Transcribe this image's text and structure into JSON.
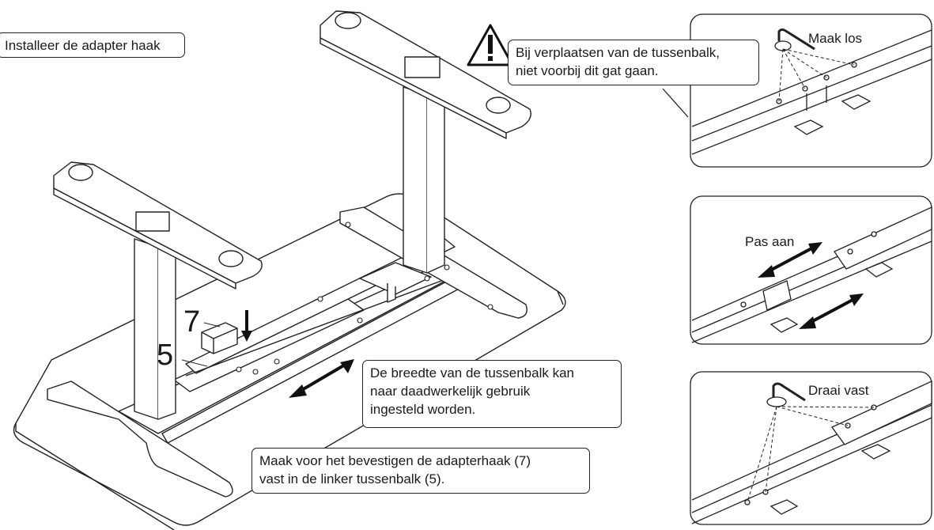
{
  "step_title": "Installeer de adapter haak",
  "part_labels": {
    "adapter_hook": "7",
    "left_crossbar": "5"
  },
  "main_notes": {
    "width_note": [
      "De breedte van de tussenbalk kan",
      "naar daadwerkelijk gebruik",
      "ingesteld worden."
    ],
    "hook_note": [
      "Maak voor het bevestigen de adapterhaak (7)",
      "vast in de linker tussenbalk (5)."
    ]
  },
  "detail_panels": {
    "loosen": {
      "label": "Maak los",
      "warning": [
        "Bij verplaatsen van de tussenbalk,",
        "niet voorbij dit gat gaan."
      ]
    },
    "adjust": {
      "label": "Pas aan"
    },
    "tighten": {
      "label": "Draai vast"
    }
  }
}
